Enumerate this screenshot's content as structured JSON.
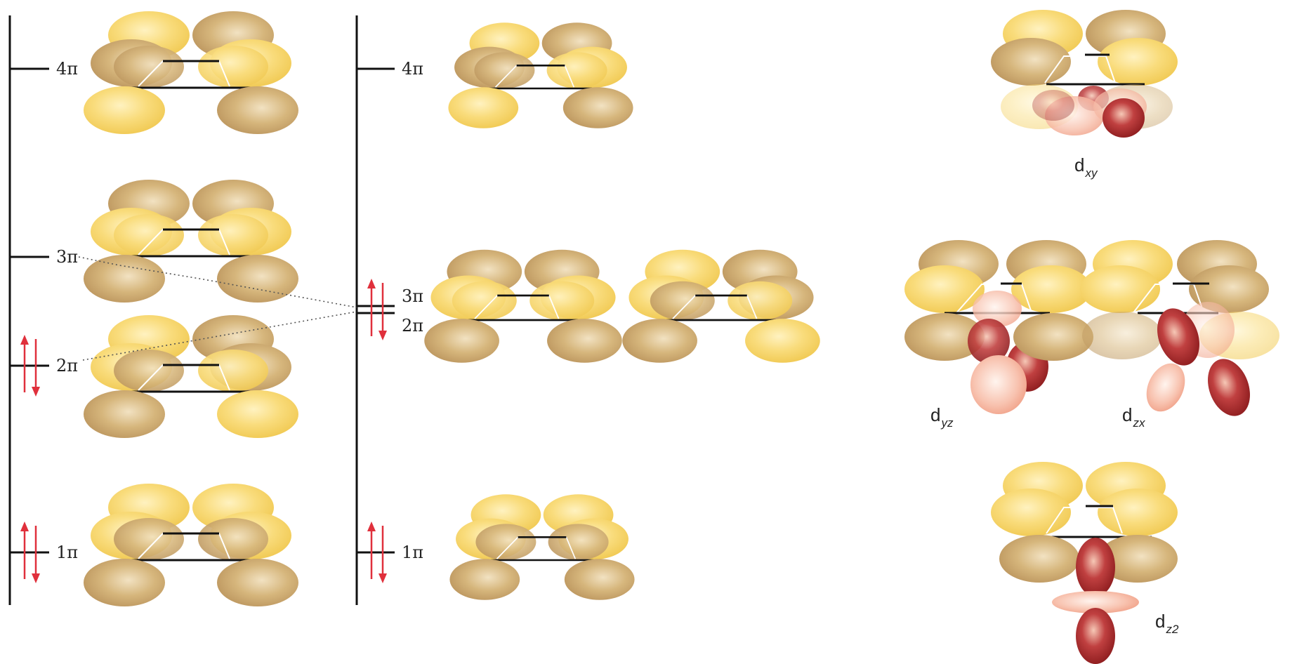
{
  "diagram": {
    "levels_left": [
      {
        "label": "4π",
        "electrons": 0
      },
      {
        "label": "3π",
        "electrons": 0
      },
      {
        "label": "2π",
        "electrons": 2
      },
      {
        "label": "1π",
        "electrons": 2
      }
    ],
    "levels_middle": [
      {
        "label": "4π",
        "electrons": 0
      },
      {
        "label": "3π",
        "electrons": 0
      },
      {
        "label": "2π",
        "electrons": 2
      },
      {
        "label": "1π",
        "electrons": 2
      }
    ],
    "d_orbitals": {
      "dxy": {
        "main": "d",
        "sub": "xy"
      },
      "dyz": {
        "main": "d",
        "sub": "yz"
      },
      "dzx": {
        "main": "d",
        "sub": "zx"
      },
      "dz2": {
        "main": "d",
        "sub": "z2"
      }
    },
    "colors": {
      "lobe_yellow": "#f7d56e",
      "lobe_tan": "#c9a66a",
      "d_lobe_dark": "#a8282a",
      "d_lobe_light": "#f7b7a0",
      "electron_arrow": "#e0303c",
      "axis_line": "#111111"
    }
  }
}
